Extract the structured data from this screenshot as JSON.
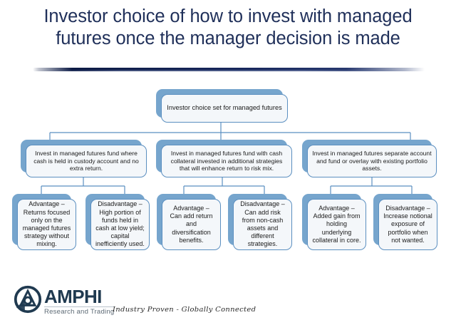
{
  "slide": {
    "title": "Investor choice of how to invest with managed futures once the manager decision is made",
    "accent_dark": "#20305a",
    "node_shadow_blue": "#76a5cd",
    "node_border_blue": "#5b8fc0",
    "node_fill": "#f4f7fa",
    "connector_color": "#5b8fc0"
  },
  "chart_data": {
    "type": "diagram",
    "title": "Investor choice of how to invest with managed futures once the manager decision is made",
    "root": {
      "id": "root",
      "label": "Investor choice set for managed futures"
    },
    "branches": [
      {
        "id": "branch-1",
        "label": "Invest in managed futures fund where cash is held in custody account and no extra return.",
        "children": [
          {
            "id": "branch-1-advantage",
            "label": "Advantage – Returns focused only on the managed futures strategy without mixing.",
            "kind": "advantage"
          },
          {
            "id": "branch-1-disadvantage",
            "label": "Disadvantage – High portion of funds held in cash at low yield; capital inefficiently used.",
            "kind": "disadvantage"
          }
        ]
      },
      {
        "id": "branch-2",
        "label": "Invest in managed futures fund with cash collateral invested in additional strategies that will enhance return to risk mix.",
        "children": [
          {
            "id": "branch-2-advantage",
            "label": "Advantage – Can add return and diversification benefits.",
            "kind": "advantage"
          },
          {
            "id": "branch-2-disadvantage",
            "label": "Disadvantage – Can add risk from non-cash assets and different strategies.",
            "kind": "disadvantage"
          }
        ]
      },
      {
        "id": "branch-3",
        "label": "Invest in managed futures separate account and fund or overlay with existing portfolio assets.",
        "children": [
          {
            "id": "branch-3-advantage",
            "label": "Advantage – Added gain from holding underlying collateral in core.",
            "kind": "advantage"
          },
          {
            "id": "branch-3-disadvantage",
            "label": "Disadvantage – Increase notional exposure of portfolio when not wanted.",
            "kind": "disadvantage"
          }
        ]
      }
    ]
  },
  "footer": {
    "logo_name": "AMPHI",
    "logo_subtitle": "Research and Trading",
    "tagline": "Industry Proven - Globally Connected"
  }
}
